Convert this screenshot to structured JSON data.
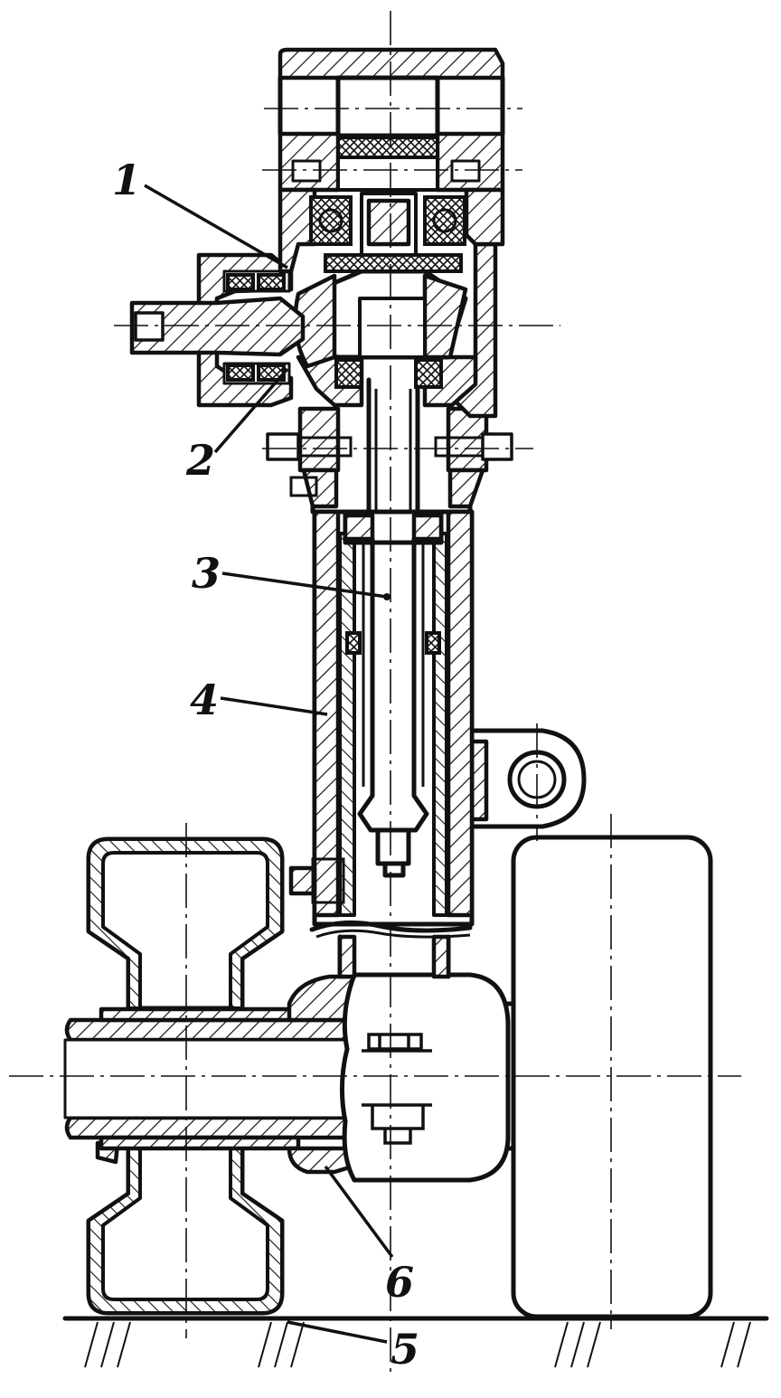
{
  "labels": [
    {
      "id": "1",
      "text": "1"
    },
    {
      "id": "2",
      "text": "2"
    },
    {
      "id": "3",
      "text": "3"
    },
    {
      "id": "4",
      "text": "4"
    },
    {
      "id": "5",
      "text": "5"
    },
    {
      "id": "6",
      "text": "6"
    }
  ],
  "colors": {
    "ink": "#111111",
    "paper": "#ffffff"
  }
}
